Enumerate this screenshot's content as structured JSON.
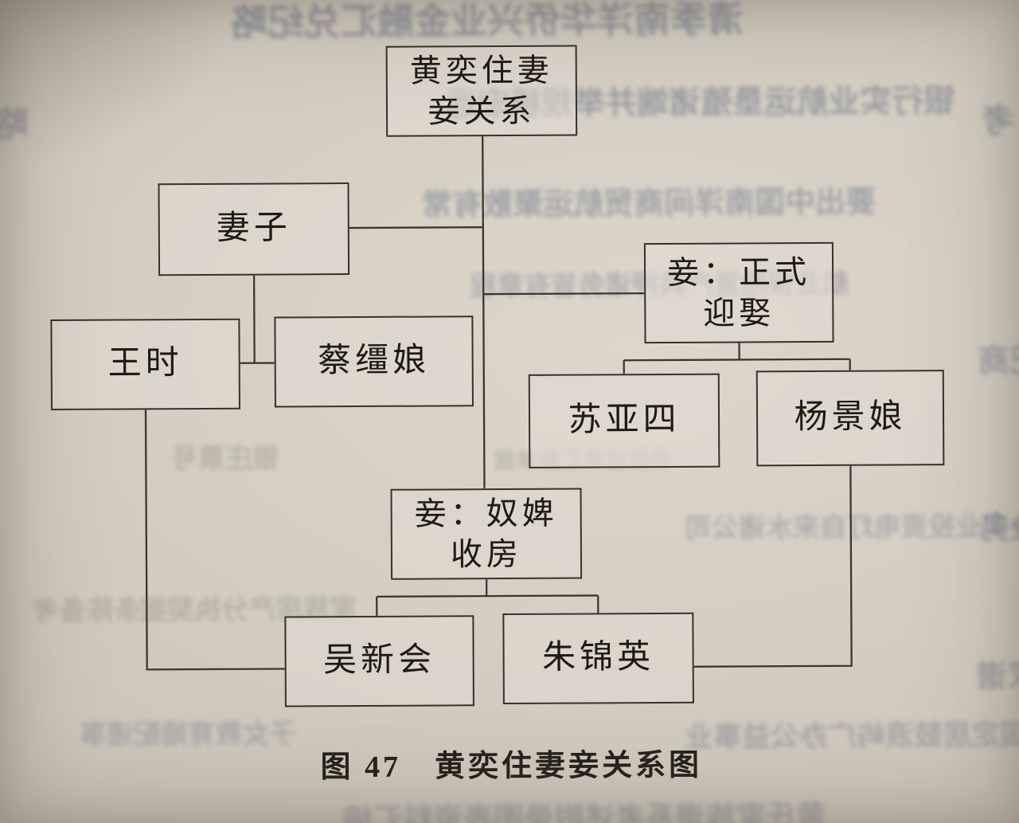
{
  "figure": {
    "caption": "图 47　黄奕住妻妾关系图"
  },
  "nodes": {
    "root": {
      "label": "黄奕住妻\n妾关系"
    },
    "wife": {
      "label": "妻子"
    },
    "wang_shi": {
      "label": "王时"
    },
    "cai_jiang_niang": {
      "label": "蔡缰娘"
    },
    "concubine_formal": {
      "label": "妾：正式\n迎娶"
    },
    "su_ya_si": {
      "label": "苏亚四"
    },
    "yang_jing_niang": {
      "label": "杨景娘"
    },
    "concubine_maid": {
      "label": "妾：奴婢\n收房"
    },
    "wu_xin_hui": {
      "label": "吴新会"
    },
    "zhu_jin_ying": {
      "label": "朱锦英"
    }
  },
  "bleed": [
    "清季南洋华侨兴业金融汇兑纪略",
    "银行实业航运垦殖诸端并举规模宏远",
    "要出中国南洋间商贸航运聚散有常",
    "航业保险置产典押诸务皆有章程",
    "银庄票号",
    "置办实业投资电灯自来水诸公司",
    "家族房产分执契据条陈备考",
    "晚年归国定居鼓浪屿广办公益事业",
    "子女教育婚配诸事",
    "黄氏家族谱系考述附录图表资料汇编",
    "考",
    "略",
    "记商",
    "业务",
    "家谱",
    "侨批往来汇款单据"
  ]
}
